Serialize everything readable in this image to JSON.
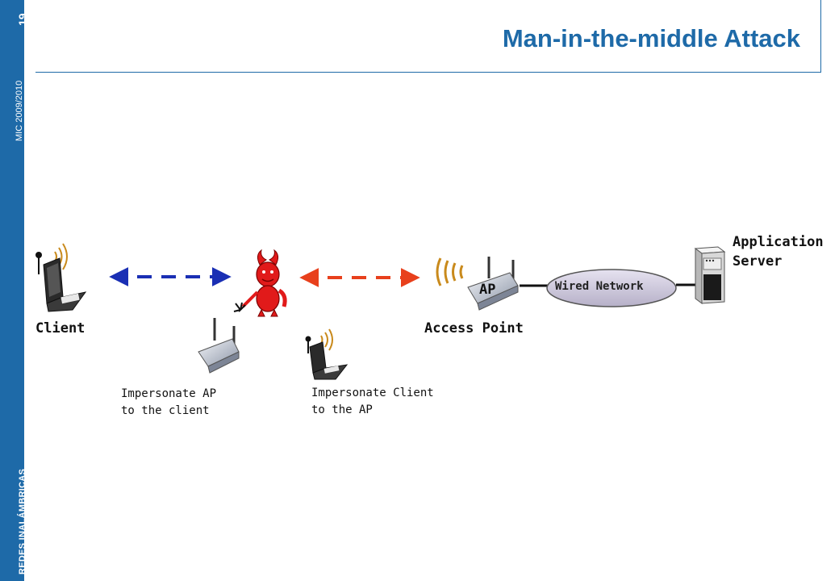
{
  "sidebar": {
    "course": "REDES INALÁMBRICAS",
    "meta": "MIC 2009/2010",
    "page": "19"
  },
  "title": "Man-in-the-middle Attack",
  "nodes": {
    "client": "Client",
    "access_point": "Access Point",
    "ap_tag": "AP",
    "server": "Application\nServer",
    "network": "Wired Network"
  },
  "notes": {
    "fake_ap": "Impersonate AP\nto the client",
    "fake_client": "Impersonate Client\nto the AP"
  },
  "colors": {
    "accent": "#1e6aa8",
    "client_link": "#1a2fb4",
    "ap_link": "#e8401c",
    "attacker": "#e11a1a",
    "wireless_waves": "#c98a1c"
  },
  "icons": [
    "laptop-icon",
    "attacker-devil-icon",
    "access-point-icon",
    "server-icon",
    "cloud-icon"
  ]
}
